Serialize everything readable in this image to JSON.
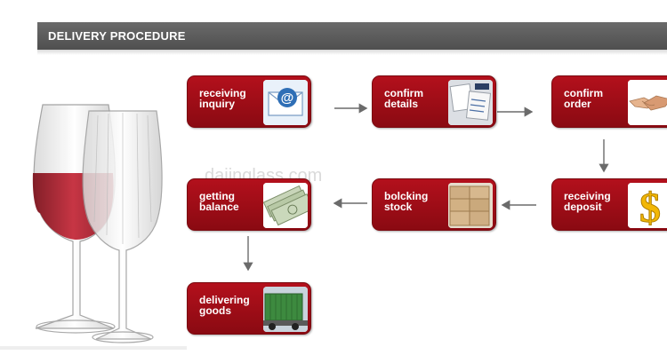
{
  "header": {
    "title": "DELIVERY PROCEDURE"
  },
  "watermark": "dajinglass.com",
  "steps": [
    {
      "label": "receiving\ninquiry",
      "icon": "email-icon"
    },
    {
      "label": "confirm\ndetails",
      "icon": "documents-icon"
    },
    {
      "label": "confirm\norder",
      "icon": "handshake-icon"
    },
    {
      "label": "receiving\ndeposit",
      "icon": "dollar-icon"
    },
    {
      "label": "bolcking\nstock",
      "icon": "boxes-icon"
    },
    {
      "label": "getting\nbalance",
      "icon": "money-icon"
    },
    {
      "label": "delivering\ngoods",
      "icon": "truck-icon"
    }
  ],
  "colors": {
    "step_red": "#a50e18",
    "header_gray": "#5c5c5c",
    "wine": "#b01a2a"
  }
}
